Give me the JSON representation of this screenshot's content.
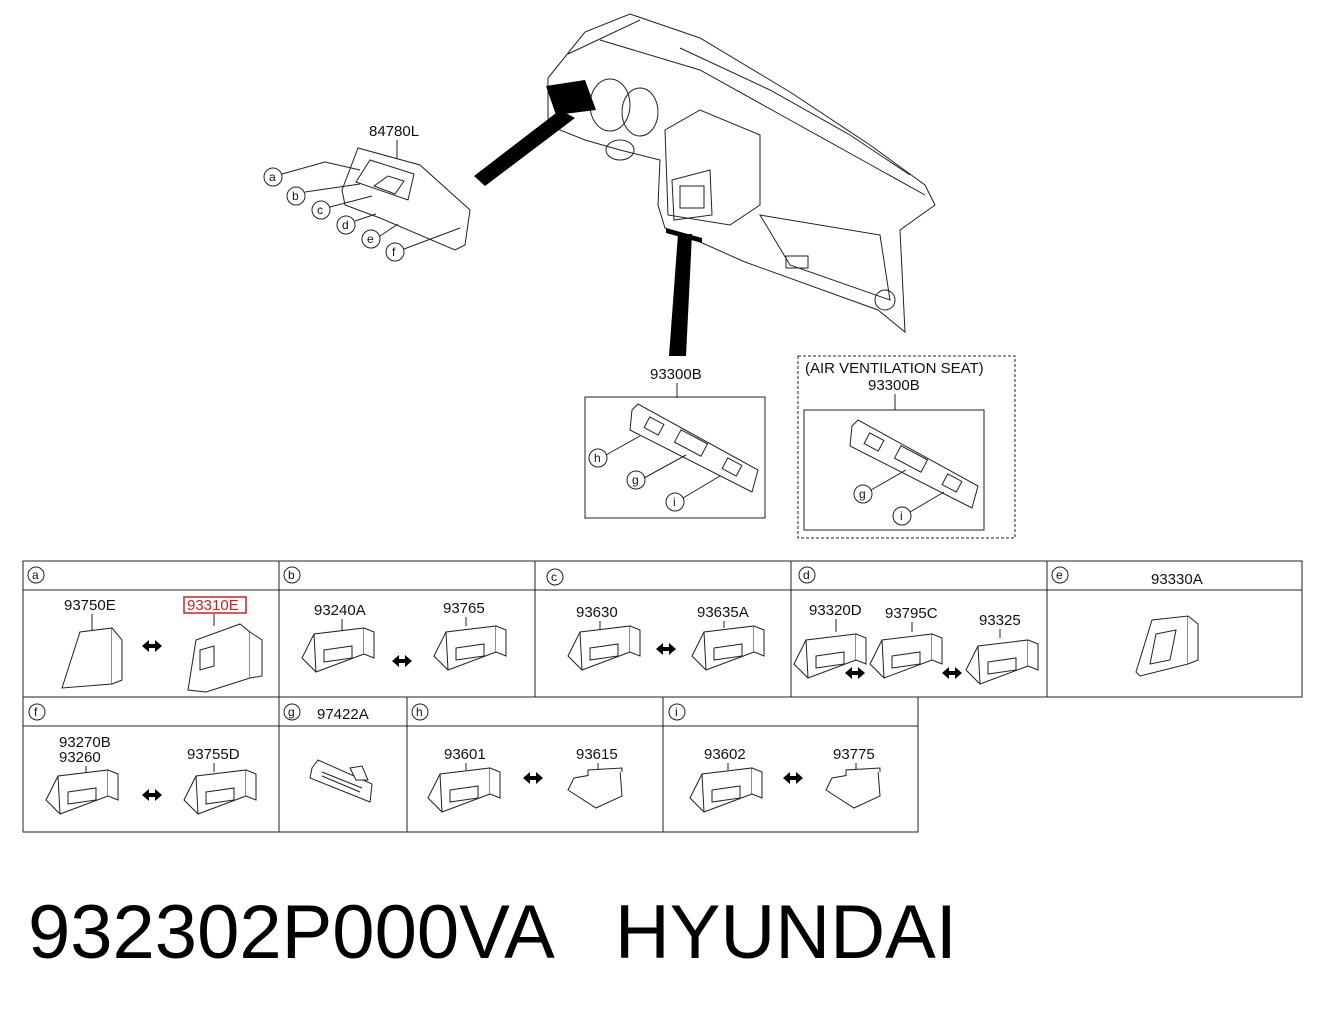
{
  "assembly": {
    "bezel_part": "84780L",
    "bezel_callouts": [
      "a",
      "b",
      "c",
      "d",
      "e",
      "f"
    ],
    "switch_assy_part": "93300B",
    "switch_assy_callouts": [
      "h",
      "g",
      "i"
    ],
    "ventilation_title": "(AIR VENTILATION SEAT)",
    "ventilation_part": "93300B",
    "ventilation_callouts": [
      "g",
      "i"
    ]
  },
  "cells": [
    {
      "letter": "a",
      "parts": [
        "93750E",
        "93310E"
      ],
      "highlighted": "93310E"
    },
    {
      "letter": "b",
      "parts": [
        "93240A",
        "93765"
      ]
    },
    {
      "letter": "c",
      "parts": [
        "93630",
        "93635A"
      ]
    },
    {
      "letter": "d",
      "parts": [
        "93320D",
        "93795C",
        "93325"
      ]
    },
    {
      "letter": "e",
      "parts": [
        "93330A"
      ]
    },
    {
      "letter": "f",
      "parts": [
        "93270B",
        "93260",
        "93755D"
      ]
    },
    {
      "letter": "g",
      "parts": [
        "97422A"
      ]
    },
    {
      "letter": "h",
      "parts": [
        "93601",
        "93615"
      ]
    },
    {
      "letter": "i",
      "parts": [
        "93602",
        "93775"
      ]
    }
  ],
  "footer": {
    "part_number": "932302P000VA",
    "brand": "HYUNDAI"
  },
  "colors": {
    "highlight": "#d02020",
    "line": "#222222",
    "background": "#ffffff"
  },
  "icons": {
    "swap": "double-arrow-icon"
  }
}
